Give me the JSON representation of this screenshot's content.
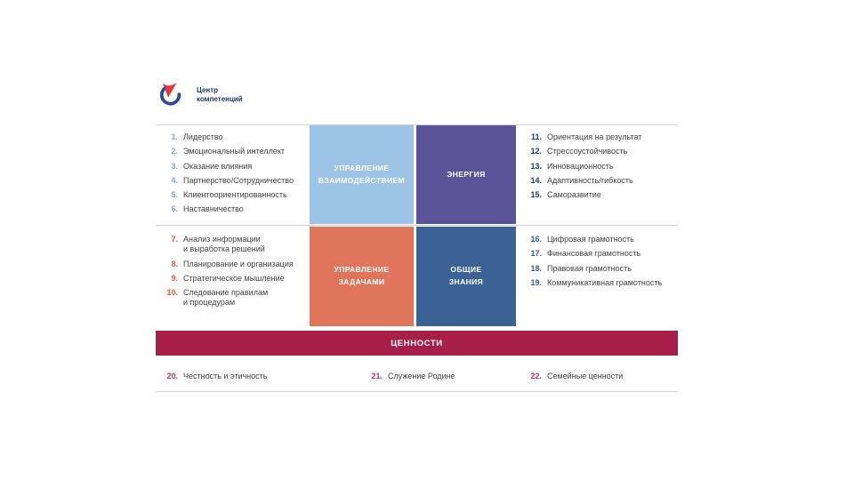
{
  "logo": {
    "line1": "Центр",
    "line2": "компетенций"
  },
  "boxes": {
    "interaction": "УПРАВЛЕНИЕ\nВЗАИМОДЕЙСТВИЕМ",
    "energy": "ЭНЕРГИЯ",
    "tasks": "УПРАВЛЕНИЕ\nЗАДАЧАМИ",
    "knowledge": "ОБЩИЕ\nЗНАНИЯ",
    "values_bar": "ЦЕННОСТИ"
  },
  "lists": {
    "people": [
      {
        "num": "1.",
        "label": "Лидерство"
      },
      {
        "num": "2.",
        "label": "Эмоциональный интеллект"
      },
      {
        "num": "3.",
        "label": "Оказание влияния"
      },
      {
        "num": "4.",
        "label": "Партнерство/Сотрудничество"
      },
      {
        "num": "5.",
        "label": "Клиентоориентированность"
      },
      {
        "num": "6.",
        "label": "Наставничество"
      }
    ],
    "tasks": [
      {
        "num": "7.",
        "label": "Анализ информации\nи выработка решений"
      },
      {
        "num": "8.",
        "label": "Планирование и организация"
      },
      {
        "num": "9.",
        "label": "Стратегическое мышление"
      },
      {
        "num": "10.",
        "label": "Следование правилам\nи процедурам"
      }
    ],
    "energy": [
      {
        "num": "11.",
        "label": "Ориентация на результат"
      },
      {
        "num": "12.",
        "label": "Стрессоустойчивость"
      },
      {
        "num": "13.",
        "label": "Инновационность"
      },
      {
        "num": "14.",
        "label": "Адаптивность/гибкость"
      },
      {
        "num": "15.",
        "label": "Саморазвитие"
      }
    ],
    "knowledge": [
      {
        "num": "16.",
        "label": "Цифровая грамотность"
      },
      {
        "num": "17.",
        "label": "Финансовая грамотность"
      },
      {
        "num": "18.",
        "label": "Правовая грамотность"
      },
      {
        "num": "19.",
        "label": "Коммуникативная грамотность"
      }
    ],
    "values": [
      {
        "num": "20.",
        "label": "Честность и этичность"
      },
      {
        "num": "21.",
        "label": "Служение Родине"
      },
      {
        "num": "22.",
        "label": "Семейные ценности"
      }
    ]
  },
  "colors": {
    "box_interaction": "#9DC3E6",
    "box_energy": "#5B5397",
    "box_tasks": "#E0755C",
    "box_knowledge": "#3A6294",
    "values_bar": "#A81E4B",
    "num_people": "#74ABD8",
    "num_tasks": "#DD5A38",
    "num_energy": "#1F3C6E",
    "num_knowledge": "#2E5E92",
    "num_values": "#C23A55"
  }
}
